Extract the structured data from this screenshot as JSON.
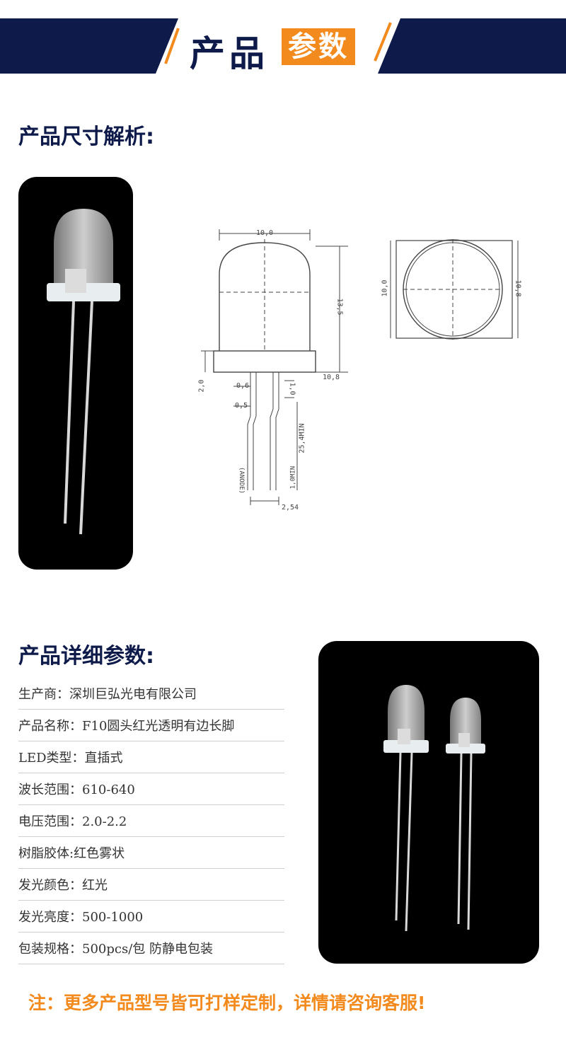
{
  "banner": {
    "title": "产品",
    "badge": "参数",
    "colors": {
      "navy": "#0d1a4a",
      "accent": "#f28a1e"
    }
  },
  "sections": {
    "dimensions_heading": "产品尺寸解析:",
    "details_heading": "产品详细参数:"
  },
  "drawing": {
    "width_top": "10,0",
    "height_total": "13,5",
    "flange_width": "10,8",
    "flange_height": "2,0",
    "lead_width_a": "0,6",
    "lead_width_b": "0,5",
    "lead_step": "1,0",
    "lead_length": "25,4MIN",
    "lead_min": "1,0MIN",
    "anode_label": "(ANODE)",
    "pitch": "2,54",
    "top_view_inner": "10,0",
    "top_view_outer": "10,8"
  },
  "params": [
    {
      "text": "生产商：深圳巨弘光电有限公司"
    },
    {
      "text": "产品名称：F10圆头红光透明有边长脚"
    },
    {
      "text": "LED类型：直插式"
    },
    {
      "text": "波长范围：610-640"
    },
    {
      "text": "电压范围：2.0-2.2"
    },
    {
      "text": "树脂胶体:红色雾状"
    },
    {
      "text": "发光颜色：红光"
    },
    {
      "text": "发光亮度：500-1000"
    },
    {
      "text": "包装规格：500pcs/包 防静电包装"
    }
  ],
  "note": "注：更多产品型号皆可打样定制，详情请咨询客服!"
}
